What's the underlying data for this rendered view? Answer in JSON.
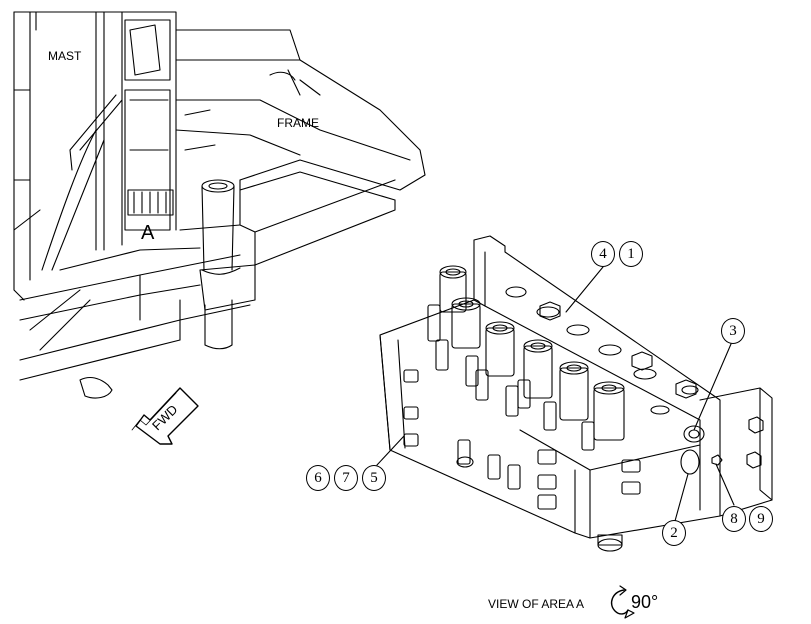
{
  "labels": {
    "mast": "MAST",
    "frame": "FRAME",
    "area": "A",
    "fwd": "FWD"
  },
  "callouts": {
    "c1": "1",
    "c2": "2",
    "c3": "3",
    "c4": "4",
    "c5": "5",
    "c6": "6",
    "c7": "7",
    "c8": "8",
    "c9": "9"
  },
  "caption": {
    "text": "VIEW OF AREA A",
    "angle": "90°"
  }
}
